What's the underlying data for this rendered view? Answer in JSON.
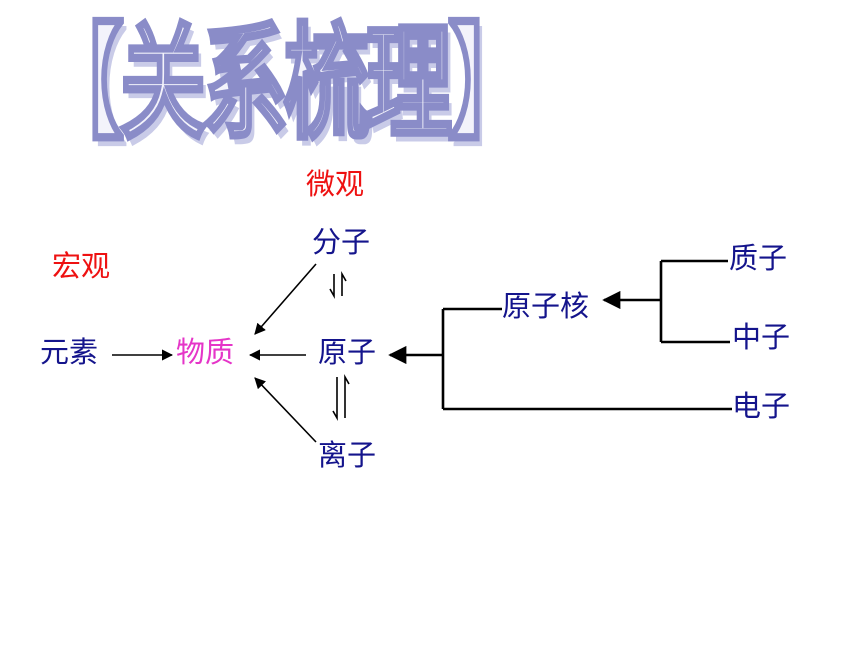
{
  "title": "【关系梳理】",
  "headings": {
    "micro": "微观",
    "macro": "宏观"
  },
  "nodes": {
    "element": "元素",
    "substance": "物质",
    "molecule": "分子",
    "atom": "原子",
    "ion": "离子",
    "nucleus": "原子核",
    "proton": "质子",
    "neutron": "中子",
    "electron": "电子"
  },
  "colors": {
    "label": "#14148c",
    "heading": "#ee1111",
    "substance": "#e535c8",
    "title_stroke": "#8a8cc8"
  }
}
